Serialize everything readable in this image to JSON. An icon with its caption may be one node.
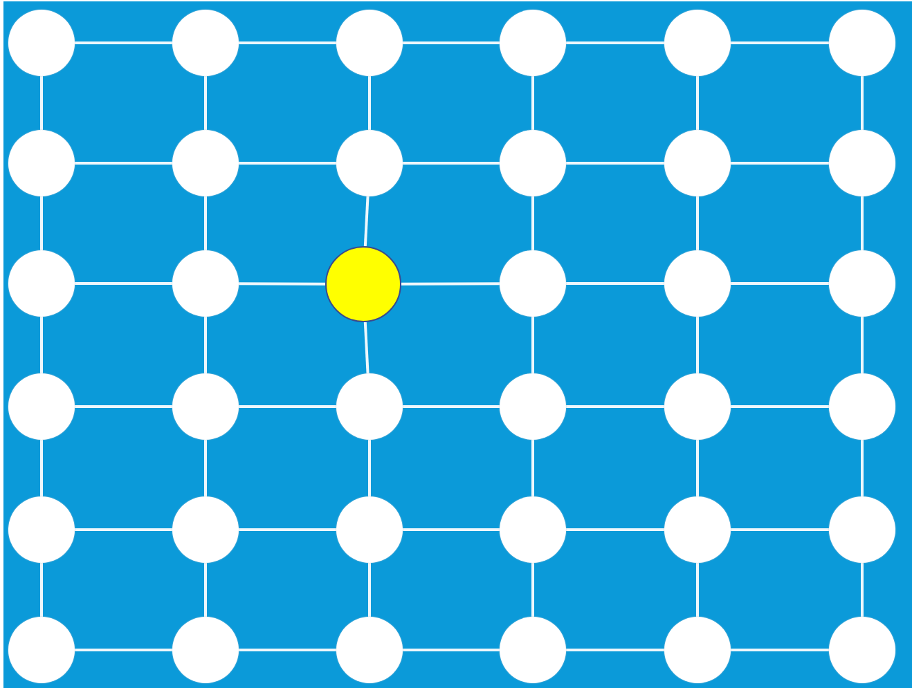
{
  "diagram": {
    "nodes": [
      {
        "text": [],
        "shape": "circle"
      },
      {
        "text": [],
        "shape": "circle"
      },
      {
        "text": [],
        "shape": "circle"
      },
      {
        "text": [],
        "shape": "circle"
      },
      {
        "text": [],
        "shape": "circle"
      },
      {
        "text": [],
        "shape": "circle"
      },
      {
        "text": [],
        "shape": "circle"
      },
      {
        "text": [],
        "shape": "circle"
      },
      {
        "text": [],
        "shape": "circle"
      },
      {
        "text": [],
        "shape": "circle"
      },
      {
        "text": [],
        "shape": "circle"
      },
      {
        "text": [],
        "shape": "circle"
      },
      {
        "text": [],
        "shape": "circle"
      },
      {
        "text": [],
        "shape": "circle"
      },
      {
        "text": [],
        "shape": "circle"
      },
      {
        "text": [],
        "shape": "circle"
      },
      {
        "text": [],
        "shape": "circle"
      },
      {
        "text": [],
        "shape": "circle"
      },
      {
        "text": [],
        "shape": "circle"
      },
      {
        "text": [],
        "shape": "circle"
      },
      {
        "text": [],
        "shape": "circle"
      },
      {
        "text": [],
        "shape": "circle"
      },
      {
        "text": [],
        "shape": "circle"
      },
      {
        "text": [],
        "shape": "circle"
      },
      {
        "text": [],
        "shape": "circle"
      },
      {
        "text": [],
        "shape": "circle"
      },
      {
        "text": [],
        "shape": "circle"
      },
      {
        "text": [],
        "shape": "circle"
      },
      {
        "text": [],
        "shape": "circle"
      },
      {
        "text": [],
        "shape": "circle"
      },
      {
        "text": [],
        "shape": "circle"
      },
      {
        "text": [],
        "shape": "circle"
      },
      {
        "text": [],
        "shape": "circle"
      },
      {
        "text": [],
        "shape": "circle"
      },
      {
        "text": [],
        "shape": "circle"
      },
      {
        "text": [],
        "shape": "circle"
      }
    ],
    "edges": [
      {
        "from": 0,
        "to": 1,
        "arrow": "none"
      },
      {
        "from": 1,
        "to": 2,
        "arrow": "none"
      },
      {
        "from": 2,
        "to": 3,
        "arrow": "none"
      },
      {
        "from": 3,
        "to": 4,
        "arrow": "none"
      },
      {
        "from": 4,
        "to": 5,
        "arrow": "none"
      },
      {
        "from": 0,
        "to": 6,
        "arrow": "none"
      },
      {
        "from": 1,
        "to": 7,
        "arrow": "none"
      },
      {
        "from": 2,
        "to": 8,
        "arrow": "none"
      },
      {
        "from": 3,
        "to": 9,
        "arrow": "none"
      },
      {
        "from": 4,
        "to": 10,
        "arrow": "none"
      },
      {
        "from": 5,
        "to": 11,
        "arrow": "none"
      },
      {
        "from": 6,
        "to": 7,
        "arrow": "none"
      },
      {
        "from": 7,
        "to": 8,
        "arrow": "none"
      },
      {
        "from": 8,
        "to": 9,
        "arrow": "none"
      },
      {
        "from": 9,
        "to": 10,
        "arrow": "none"
      },
      {
        "from": 10,
        "to": 11,
        "arrow": "none"
      },
      {
        "from": 6,
        "to": 12,
        "arrow": "none"
      },
      {
        "from": 7,
        "to": 13,
        "arrow": "none"
      },
      {
        "from": 8,
        "to": 14,
        "arrow": "none"
      },
      {
        "from": 9,
        "to": 15,
        "arrow": "none"
      },
      {
        "from": 10,
        "to": 16,
        "arrow": "none"
      },
      {
        "from": 11,
        "to": 17,
        "arrow": "none"
      },
      {
        "from": 12,
        "to": 13,
        "arrow": "none"
      },
      {
        "from": 13,
        "to": 14,
        "arrow": "none"
      },
      {
        "from": 14,
        "to": 15,
        "arrow": "none"
      },
      {
        "from": 15,
        "to": 16,
        "arrow": "none"
      },
      {
        "from": 16,
        "to": 17,
        "arrow": "none"
      },
      {
        "from": 12,
        "to": 18,
        "arrow": "none"
      },
      {
        "from": 13,
        "to": 19,
        "arrow": "none"
      },
      {
        "from": 14,
        "to": 20,
        "arrow": "none"
      },
      {
        "from": 15,
        "to": 21,
        "arrow": "none"
      },
      {
        "from": 16,
        "to": 22,
        "arrow": "none"
      },
      {
        "from": 17,
        "to": 23,
        "arrow": "none"
      },
      {
        "from": 18,
        "to": 19,
        "arrow": "none"
      },
      {
        "from": 19,
        "to": 20,
        "arrow": "none"
      },
      {
        "from": 20,
        "to": 21,
        "arrow": "none"
      },
      {
        "from": 21,
        "to": 22,
        "arrow": "none"
      },
      {
        "from": 22,
        "to": 23,
        "arrow": "none"
      },
      {
        "from": 18,
        "to": 24,
        "arrow": "none"
      },
      {
        "from": 19,
        "to": 25,
        "arrow": "none"
      },
      {
        "from": 20,
        "to": 26,
        "arrow": "none"
      },
      {
        "from": 21,
        "to": 27,
        "arrow": "none"
      },
      {
        "from": 22,
        "to": 28,
        "arrow": "none"
      },
      {
        "from": 23,
        "to": 29,
        "arrow": "none"
      },
      {
        "from": 24,
        "to": 25,
        "arrow": "none"
      },
      {
        "from": 25,
        "to": 26,
        "arrow": "none"
      },
      {
        "from": 26,
        "to": 27,
        "arrow": "none"
      },
      {
        "from": 27,
        "to": 28,
        "arrow": "none"
      },
      {
        "from": 28,
        "to": 29,
        "arrow": "none"
      },
      {
        "from": 24,
        "to": 30,
        "arrow": "none"
      },
      {
        "from": 25,
        "to": 31,
        "arrow": "none"
      },
      {
        "from": 26,
        "to": 32,
        "arrow": "none"
      },
      {
        "from": 27,
        "to": 33,
        "arrow": "none"
      },
      {
        "from": 28,
        "to": 34,
        "arrow": "none"
      },
      {
        "from": 29,
        "to": 35,
        "arrow": "none"
      },
      {
        "from": 30,
        "to": 31,
        "arrow": "none"
      },
      {
        "from": 31,
        "to": 32,
        "arrow": "none"
      },
      {
        "from": 32,
        "to": 33,
        "arrow": "none"
      },
      {
        "from": 33,
        "to": 34,
        "arrow": "none"
      },
      {
        "from": 34,
        "to": 35,
        "arrow": "none"
      }
    ]
  }
}
